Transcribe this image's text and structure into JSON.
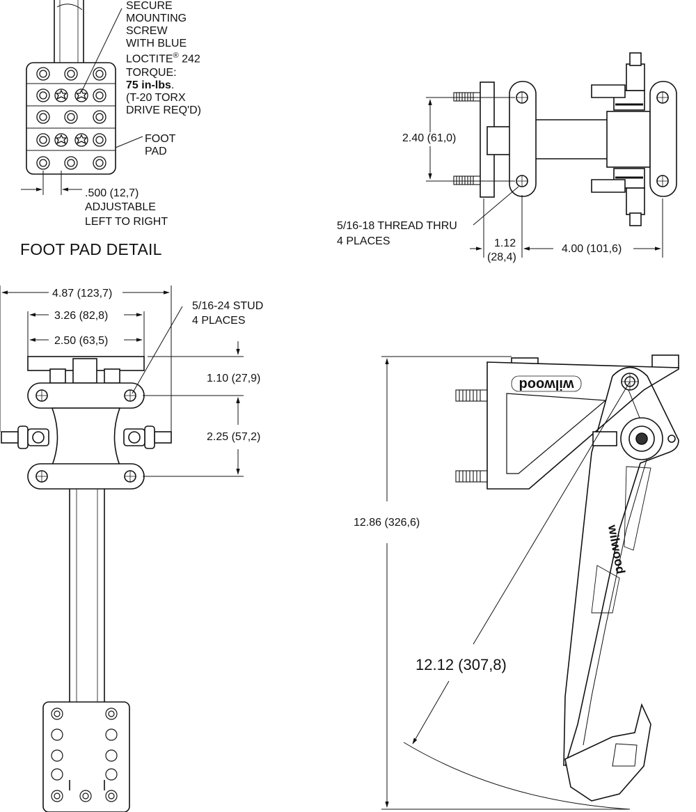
{
  "foot_pad_detail": {
    "title": "FOOT PAD DETAIL",
    "screw_note": [
      "SECURE",
      "MOUNTING",
      "SCREW",
      "WITH BLUE"
    ],
    "loctite_text": "LOCTITE",
    "loctite_mark": "®",
    "loctite_number": "242",
    "torque_label": "TORQUE:",
    "torque_value": "75 in-lbs",
    "torque_period": ".",
    "drive_note": [
      "(T-20 TORX",
      "DRIVE REQ'D)"
    ],
    "foot_pad_label": [
      "FOOT",
      "PAD"
    ],
    "adjust_dim": ".500 (12,7)",
    "adjust_note": [
      "ADJUSTABLE",
      "LEFT TO RIGHT"
    ]
  },
  "top_view": {
    "dim_height": "2.40 (61,0)",
    "thread_note": [
      "5/16-18 THREAD THRU",
      "4 PLACES"
    ],
    "dim_offset": [
      "1.12",
      "(28,4)"
    ],
    "dim_length": "4.00 (101,6)"
  },
  "front_view": {
    "dim_overall": "4.87 (123,7)",
    "dim_mid": "3.26 (82,8)",
    "dim_inner": "2.50 (63,5)",
    "stud_note": [
      "5/16-24 STUD",
      "4 PLACES"
    ],
    "dim_top": "1.10 (27,9)",
    "dim_spacing": "2.25 (57,2)"
  },
  "side_view": {
    "dim_height": "12.86 (326,6)",
    "dim_radius": "12.12 (307,8)",
    "brand_text": "wilwood"
  }
}
